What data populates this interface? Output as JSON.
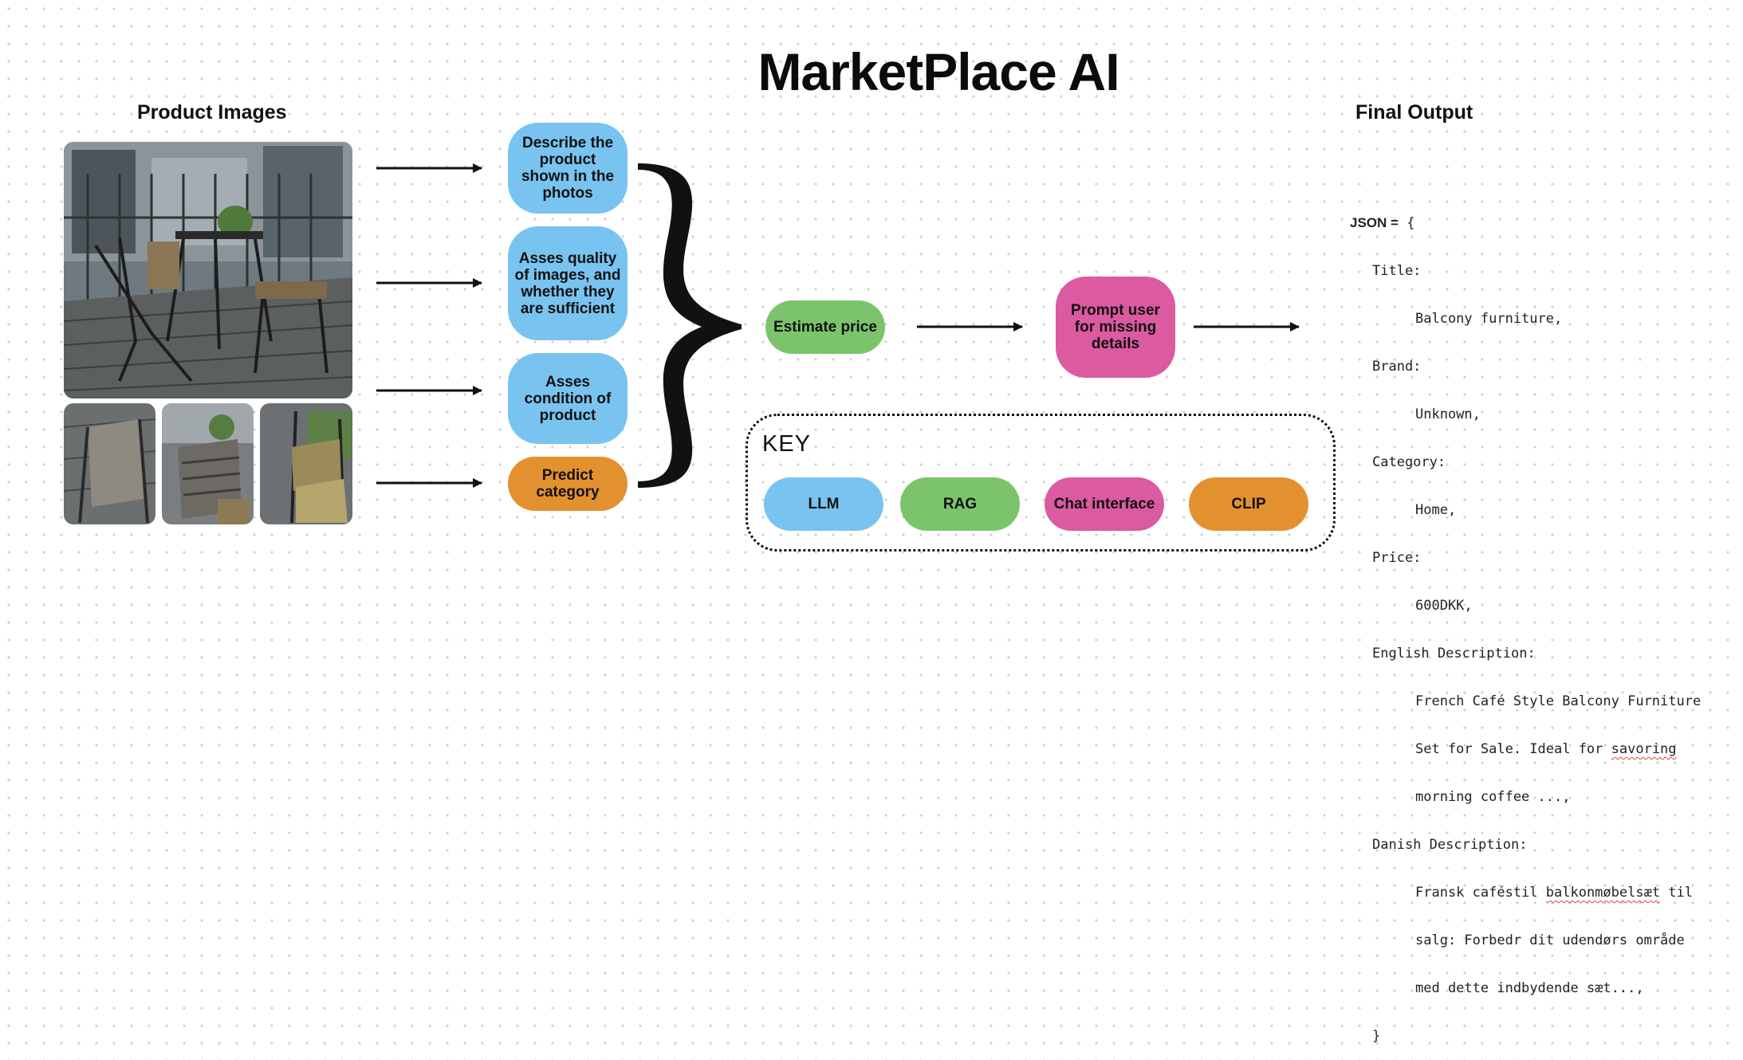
{
  "title": "MarketPlace AI",
  "product_images": {
    "heading": "Product Images"
  },
  "steps": [
    {
      "label": "Describe the product shown in the photos",
      "type": "LLM"
    },
    {
      "label": "Asses quality of images, and whether they are sufficient",
      "type": "LLM"
    },
    {
      "label": "Asses condition of product",
      "type": "LLM"
    },
    {
      "label": "Predict category",
      "type": "CLIP"
    }
  ],
  "estimate_price": {
    "label": "Estimate price",
    "type": "RAG"
  },
  "prompt_user": {
    "label": "Prompt user for missing details",
    "type": "Chat interface"
  },
  "key": {
    "label": "KEY",
    "items": [
      {
        "label": "LLM",
        "color": "#79c3f0"
      },
      {
        "label": "RAG",
        "color": "#7bc46c"
      },
      {
        "label": "Chat interface",
        "color": "#db5aa0"
      },
      {
        "label": "CLIP",
        "color": "#e3912f"
      }
    ]
  },
  "final_output": {
    "heading": "Final Output",
    "json_prefix": "JSON =",
    "open_brace": "{",
    "close_brace": "}",
    "fields": [
      {
        "key": "Title:",
        "lines": [
          "Balcony furniture,"
        ]
      },
      {
        "key": "Brand:",
        "lines": [
          "Unknown,"
        ]
      },
      {
        "key": "Category:",
        "lines": [
          "Home,"
        ]
      },
      {
        "key": "Price:",
        "lines": [
          "600DKK,"
        ]
      },
      {
        "key": "English Description:",
        "lines": [
          "French Café Style Balcony Furniture",
          "Set for Sale. Ideal for savoring",
          "morning coffee ...,"
        ]
      },
      {
        "key": "Danish Description:",
        "lines": [
          "Fransk caféstil balkonmøbelsæt til",
          "salg: Forbedr dit udendørs område",
          "med dette indbydende sæt...,"
        ]
      }
    ]
  }
}
